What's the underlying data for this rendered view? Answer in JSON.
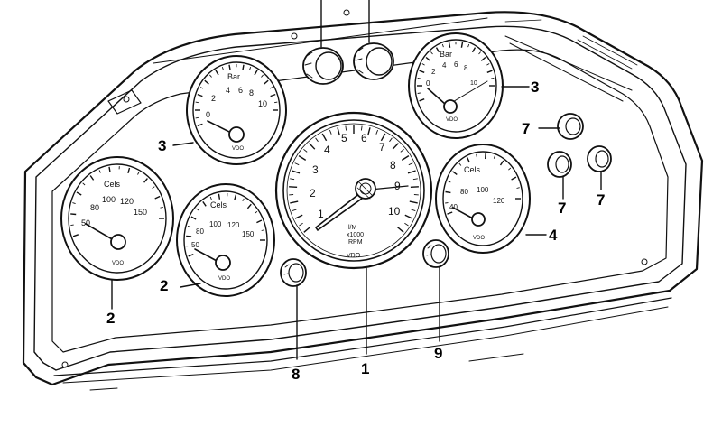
{
  "callouts": {
    "c1": "1",
    "c2a": "2",
    "c2b": "2",
    "c3a": "3",
    "c3b": "3",
    "c4": "4",
    "c7a": "7",
    "c7b": "7",
    "c7c": "7",
    "c8": "8",
    "c9": "9"
  },
  "gauges": {
    "tachometer": {
      "scale": [
        "1",
        "2",
        "3",
        "4",
        "5",
        "6",
        "7",
        "8",
        "9",
        "10"
      ],
      "line1": "l/M",
      "line2": "x1000",
      "line3": "RPM",
      "brand": "VDO"
    },
    "oil_pressure_left": {
      "unit": "Bar",
      "scale": [
        "0",
        "2",
        "4",
        "6",
        "8",
        "10"
      ],
      "brand": "VDO"
    },
    "oil_pressure_right": {
      "unit": "Bar",
      "scale": [
        "0",
        "2",
        "4",
        "6",
        "8",
        "10"
      ],
      "brand": "VDO"
    },
    "temp_outer": {
      "unit": "Cels",
      "scale": [
        "50",
        "80",
        "100",
        "120",
        "150"
      ],
      "brand": "VDO"
    },
    "temp_inner": {
      "unit": "Cels",
      "scale": [
        "50",
        "80",
        "100",
        "120",
        "150"
      ],
      "brand": "VDO"
    },
    "temp_right": {
      "unit": "Cels",
      "scale": [
        "40",
        "80",
        "100",
        "120"
      ],
      "brand": "VDO"
    }
  }
}
